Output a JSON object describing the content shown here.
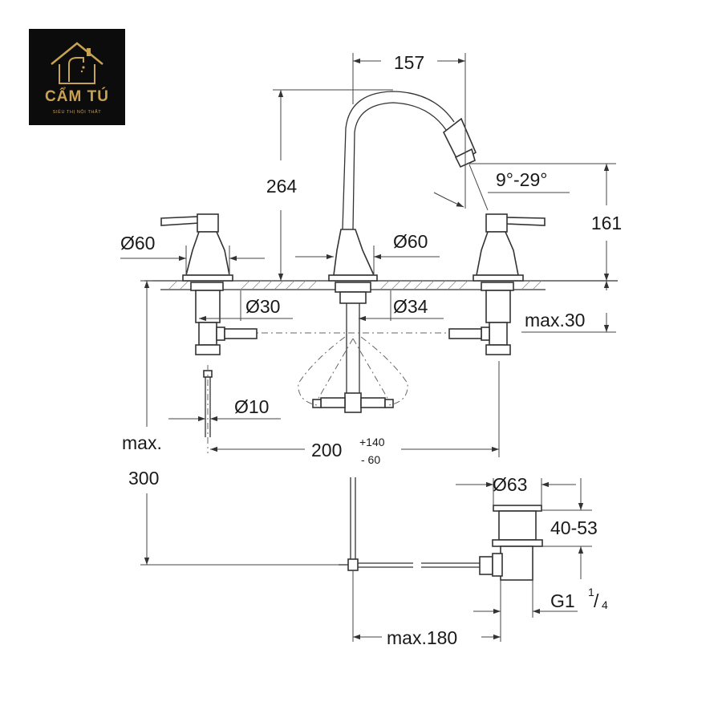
{
  "logo": {
    "name": "CẨM TÚ",
    "tagline": "SIÊU THỊ NỘI THẤT",
    "color": "#c8a253",
    "icon": "house-faucet-icon"
  },
  "dimensions": {
    "spout_reach": "157",
    "total_height": "264",
    "swivel_angle": "9°-29°",
    "spout_height": "161",
    "handle_base_left": "Ø60",
    "spout_base": "Ø60",
    "handle_hole": "Ø30",
    "spout_hole": "Ø34",
    "max_deck": "max.30",
    "pipe_diameter": "Ø10",
    "spacing_value": "200",
    "spacing_plus": "+140",
    "spacing_minus": "- 60",
    "below_max_label": "max.",
    "below_max_value": "300",
    "drain_diameter": "Ø63",
    "drain_range": "40-53",
    "thread_g": "G1",
    "thread_num": "1",
    "thread_den": "4",
    "rod_max": "max.180"
  }
}
